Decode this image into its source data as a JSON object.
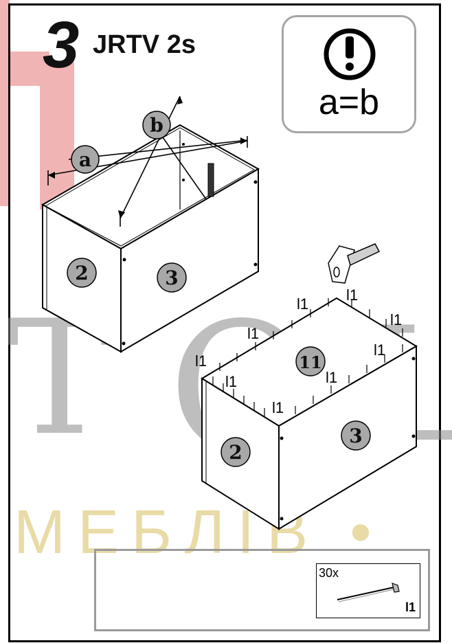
{
  "header": {
    "step_number": "3",
    "model_code": "JRTV 2s"
  },
  "notice": {
    "icon": "exclamation-circle-icon",
    "text": "a=b"
  },
  "diagram": {
    "callouts": [
      "a",
      "b"
    ],
    "parts": [
      "2",
      "3",
      "11"
    ],
    "fastener_label": "l1"
  },
  "watermark": {
    "letters": [
      "T",
      "O",
      "L"
    ],
    "subtitle": "МЕБЛІВ •"
  },
  "hardware": {
    "quantity": "30x",
    "code": "l1",
    "icon": "nail-icon"
  },
  "colors": {
    "watermark_red": "#f0b4b4",
    "watermark_gray": "#8a8a8a",
    "watermark_gold": "#e9dba6",
    "badge_fill": "#a8a8a8",
    "notice_border": "#a6a6a6"
  }
}
